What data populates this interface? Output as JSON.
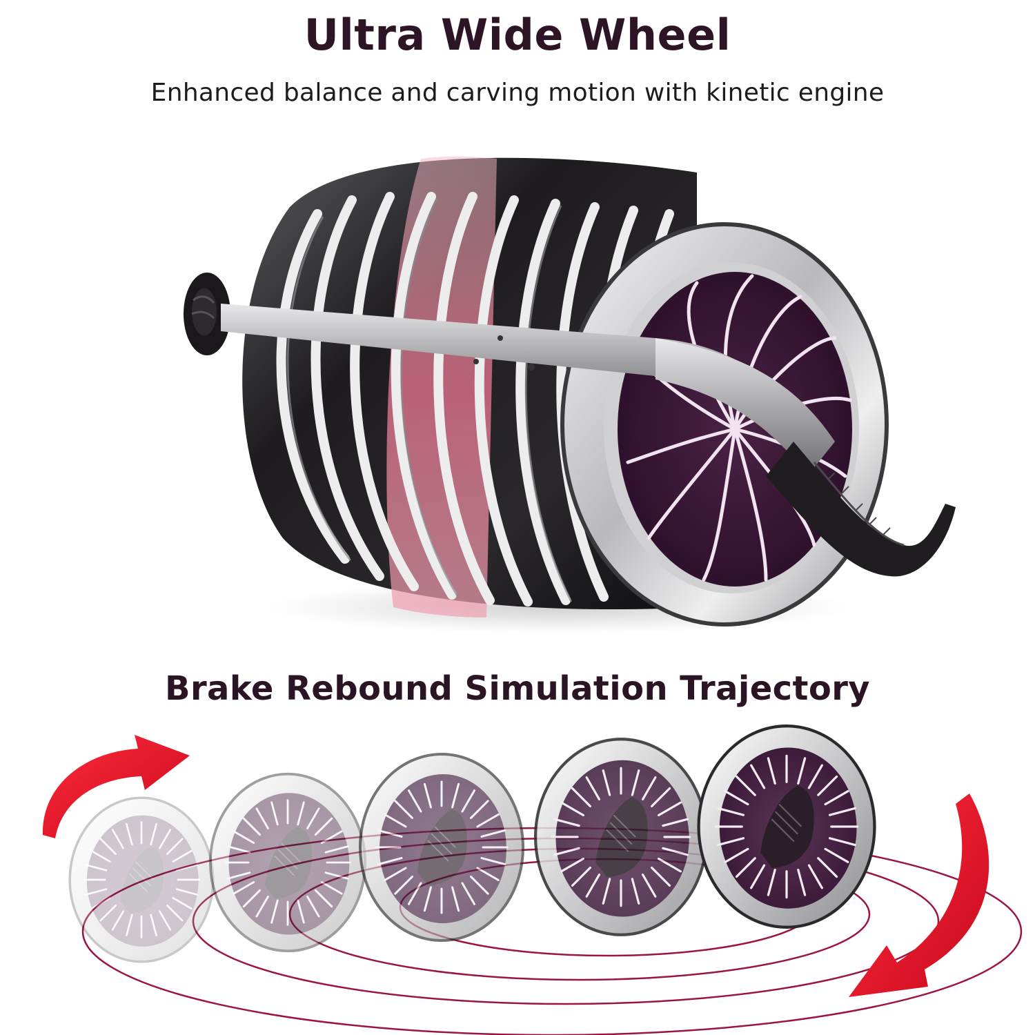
{
  "header": {
    "title": "Ultra Wide Wheel",
    "subtitle": "Enhanced balance and carving motion with kinetic engine"
  },
  "hero": {
    "product": "ab-roller-wheel",
    "colors": {
      "shell": "#1c1a1c",
      "rings": "#e6e6e8",
      "hub": "#3d1a3a",
      "accent_band": "#e58aa0",
      "handle": "#222022",
      "chrome": "#c4c4c6"
    }
  },
  "trajectory": {
    "title": "Brake Rebound Simulation Trajectory",
    "wheel_count": 5,
    "wheel_opacities": [
      0.25,
      0.45,
      0.65,
      0.85,
      1.0
    ],
    "arrow_color": "#e0142a",
    "orbit_color": "#9b1540"
  },
  "colors": {
    "title_text": "#2e1526",
    "body_text": "#1f1a1d"
  }
}
